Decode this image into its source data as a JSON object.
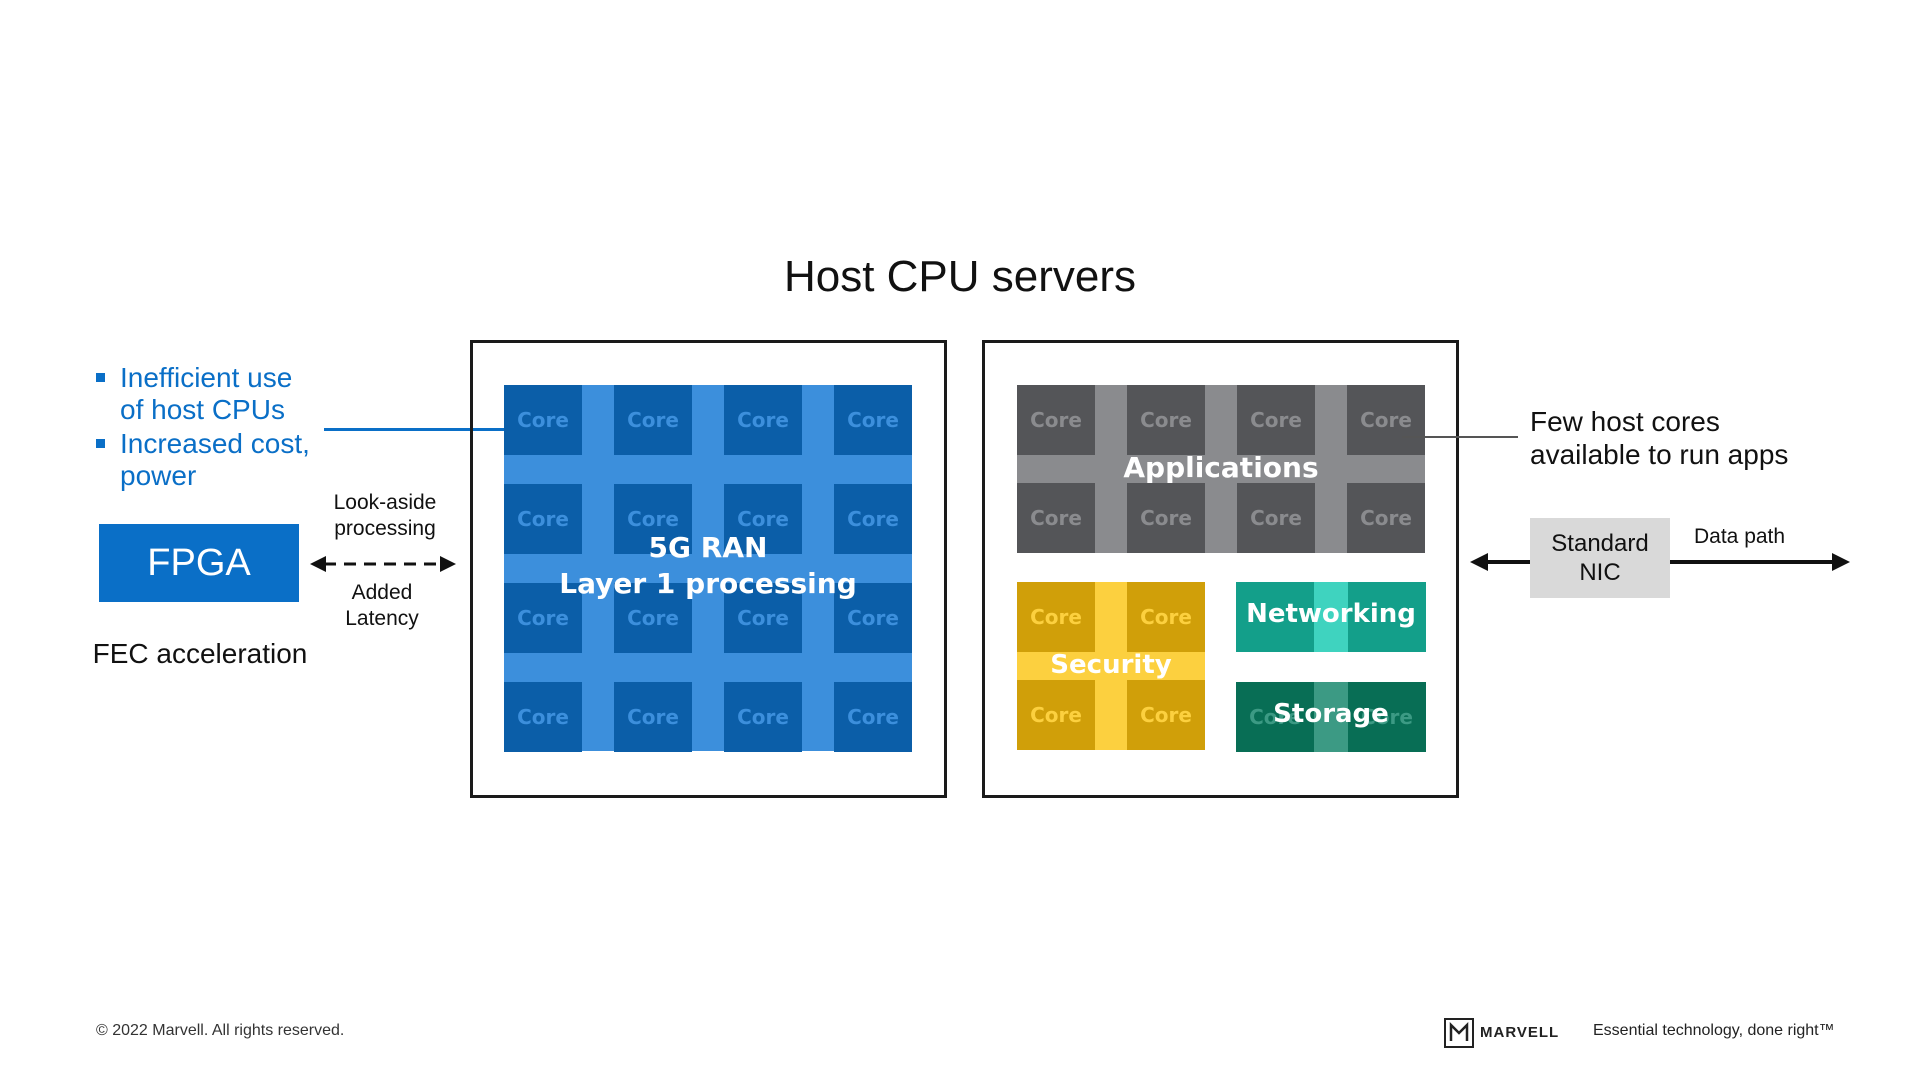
{
  "title": "Host CPU servers",
  "left_notes": {
    "bullets": [
      {
        "lines": [
          "Inefficient use",
          "of host CPUs"
        ]
      },
      {
        "lines": [
          "Increased cost,",
          "power"
        ]
      }
    ]
  },
  "fpga": {
    "label": "FPGA",
    "caption": "FEC acceleration",
    "link_top": [
      "Look-aside",
      "processing"
    ],
    "link_bottom": [
      "Added",
      "Latency"
    ]
  },
  "ran_server": {
    "core_label": "Core",
    "overlay": [
      "5G RAN",
      "Layer 1 processing"
    ]
  },
  "app_server": {
    "core_label": "Core",
    "applications": "Applications",
    "security": "Security",
    "networking": "Networking",
    "storage": "Storage"
  },
  "right_notes": {
    "few_cores": [
      "Few host cores",
      "available to run apps"
    ],
    "nic": [
      "Standard",
      "NIC"
    ],
    "data_path": "Data path"
  },
  "footer": {
    "copyright": "© 2022 Marvell. All rights reserved.",
    "brand": "MARVELL",
    "tagline": "Essential technology, done right™"
  },
  "colors": {
    "blue_dark": "#0b5ea8",
    "blue_light": "#3c8fdc",
    "gray_dark": "#545558",
    "gray_light": "#8a8b8e",
    "yellow_dark": "#d09f09",
    "yellow_light": "#fcd03f",
    "teal": "#139f8a",
    "teal_light": "#3fd3bf",
    "green_dark": "#086e55",
    "green_light": "#3c9a84",
    "fpga": "#0a6fc7",
    "nic": "#d9d9d9"
  }
}
